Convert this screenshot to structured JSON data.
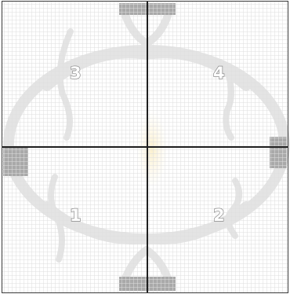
{
  "quadrant_labels": {
    "top_left": "3",
    "top_right": "4",
    "bottom_left": "1",
    "bottom_right": "2"
  },
  "colors": {
    "grid_line": "#dedede",
    "pattern_gray": "#e4e4e4",
    "handle_gray": "#a9a9a9",
    "center_glow": "#fbf2d6",
    "axis": "#1f1f1f",
    "frame": "#3a3a3a",
    "label_outline": "#8a8a8a"
  }
}
